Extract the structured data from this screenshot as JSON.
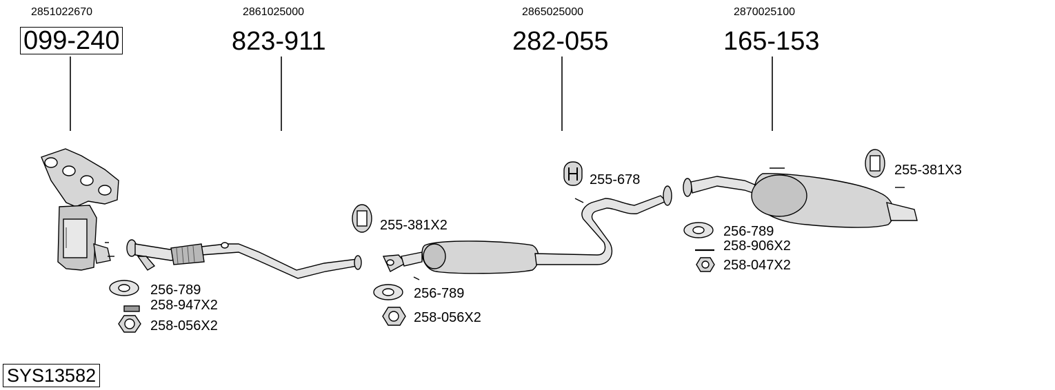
{
  "sections": [
    {
      "oem": "2851022670",
      "part": "099-240"
    },
    {
      "oem": "2861025000",
      "part": "823-911"
    },
    {
      "oem": "2865025000",
      "part": "282-055"
    },
    {
      "oem": "2870025100",
      "part": "165-153"
    }
  ],
  "labels": {
    "g1_gasket": "256-789",
    "g1_bolt": "258-947X2",
    "g1_nut": "258-056X2",
    "rubber_mount_1": "255-381X2",
    "g2_gasket": "256-789",
    "g2_nut": "258-056X2",
    "h_mount": "255-678",
    "g3_gasket": "256-789",
    "g3_bolt": "258-906X2",
    "g3_nut": "258-047X2",
    "rubber_mount_2": "255-381X3"
  },
  "system_code": "SYS13582",
  "colors": {
    "line": "#000000",
    "part_fill": "#d6d6d6",
    "part_dark": "#9a9a9a",
    "background": "#ffffff"
  }
}
